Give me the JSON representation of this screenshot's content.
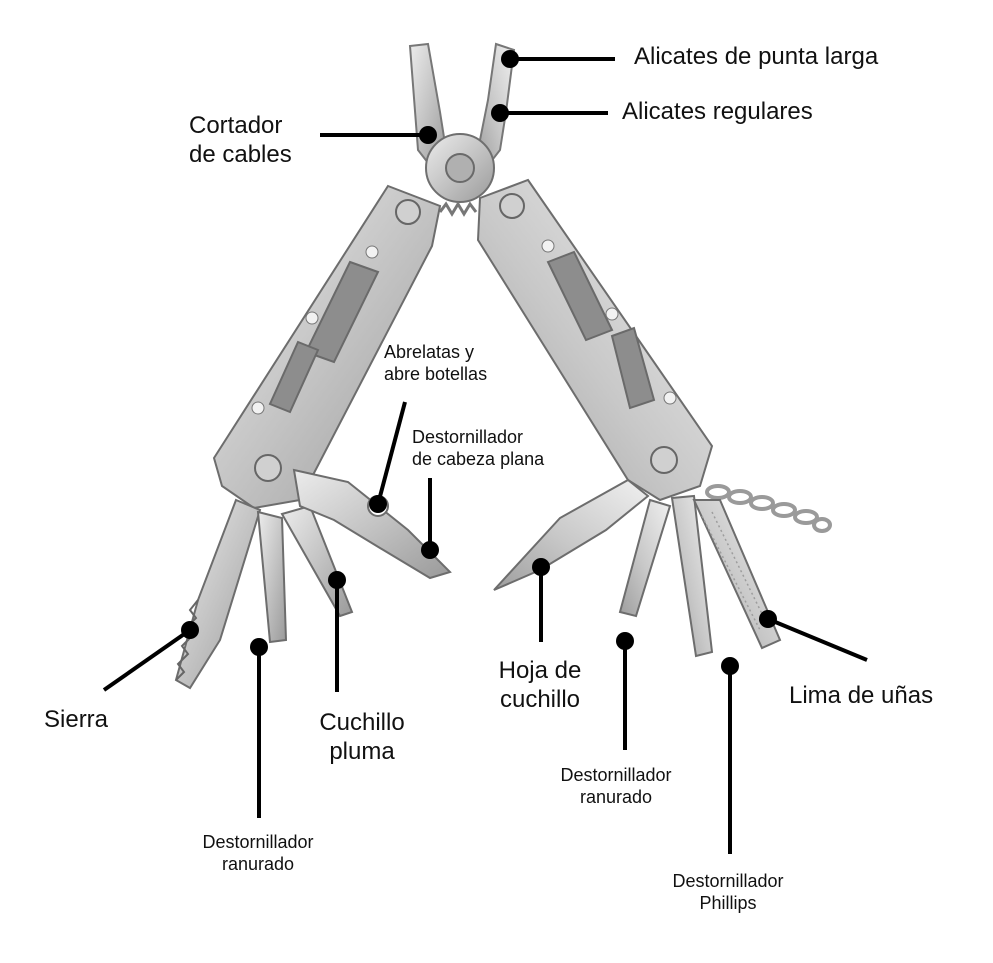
{
  "labels": {
    "needle_nose_pliers": "Alicates de punta larga",
    "regular_pliers": "Alicates regulares",
    "wire_cutter": [
      "Cortador",
      "de cables"
    ],
    "can_bottle_opener": [
      "Abrelatas y",
      "abre botellas"
    ],
    "flat_screwdriver": [
      "Destornillador",
      "de cabeza plana"
    ],
    "saw": "Sierra",
    "pen_knife": [
      "Cuchillo",
      "pluma"
    ],
    "slotted_screwdriver_left": [
      "Destornillador",
      "ranurado"
    ],
    "knife_blade": [
      "Hoja de",
      "cuchillo"
    ],
    "slotted_screwdriver_right": [
      "Destornillador",
      "ranurado"
    ],
    "phillips_screwdriver": [
      "Destornillador",
      "Phillips"
    ],
    "nail_file": "Lima de uñas"
  },
  "colors": {
    "metal_light": "#d9d9d9",
    "metal_mid": "#b8b8b8",
    "metal_dark": "#7d7d7d",
    "leader": "#000000"
  }
}
